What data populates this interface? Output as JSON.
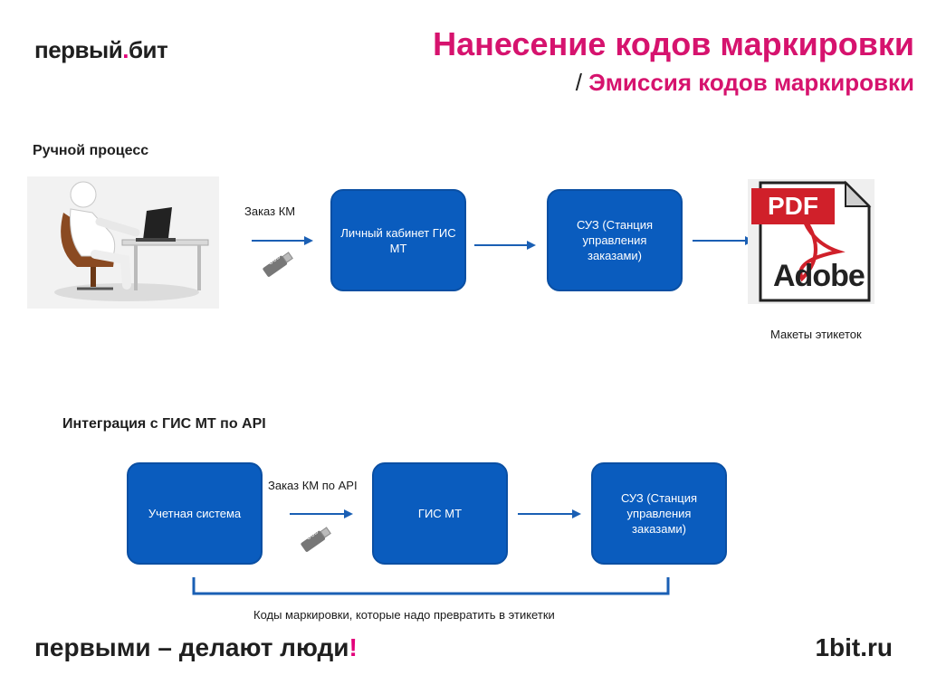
{
  "logo": {
    "part1": "первый",
    "part2": "бит"
  },
  "title": {
    "line1": "Нанесение кодов маркировки",
    "slash": "/",
    "line2": "Эмиссия кодов маркировки"
  },
  "manual": {
    "heading": "Ручной процесс",
    "order_label": "Заказ КМ",
    "usb_label": "USB",
    "box1": "Личный кабинет ГИС МТ",
    "box2": "СУЗ (Станция управления заказами)",
    "pdf_label": "PDF",
    "adobe_label": "Adobe",
    "labels_caption": "Макеты этикеток"
  },
  "api": {
    "heading": "Интеграция с ГИС МТ по API",
    "box1": "Учетная система",
    "order_label": "Заказ КМ по API",
    "usb_label": "USB",
    "box2": "ГИС МТ",
    "box3": "СУЗ (Станция управления заказами)",
    "bracket_caption": "Коды маркировки, которые надо превратить в этикетки"
  },
  "footer": {
    "slogan": "первыми – делают люди",
    "excl": "!",
    "site": "1bit.ru"
  },
  "colors": {
    "accent": "#d6136e",
    "box": "#0a5cbe",
    "arrow": "#1a5fb4",
    "pdf_red": "#d0202a"
  }
}
